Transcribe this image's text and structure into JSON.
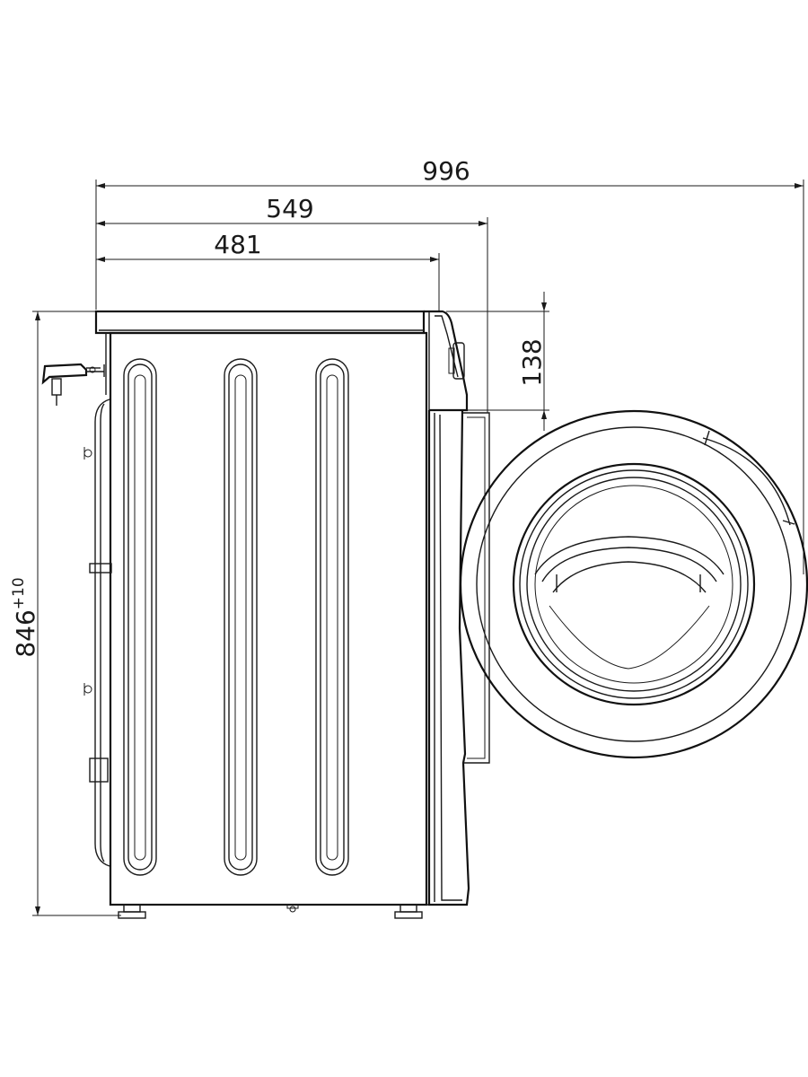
{
  "dimensions": {
    "overall_depth_door_open": "996",
    "depth_with_door": "549",
    "body_depth": "481",
    "panel_height": "138",
    "height": "846",
    "height_tolerance": "+10"
  },
  "colors": {
    "line": "#1a1a1a",
    "background": "#ffffff"
  }
}
